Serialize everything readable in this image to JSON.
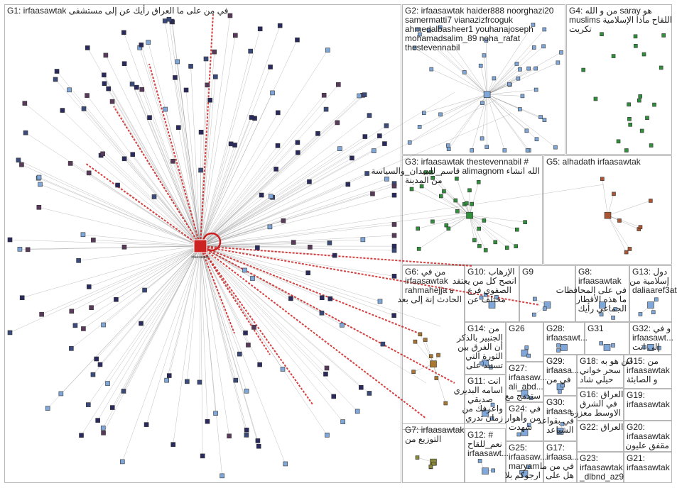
{
  "groups": [
    {
      "id": "G1",
      "lines": [
        "G1: irfaasawtak في من على ما العراق رأيك عن إلى مستشفى"
      ]
    },
    {
      "id": "G2",
      "lines": [
        "G2: irfaasawtak haider888 noorghazi20",
        "samermatti7 vianazizfrcoguk",
        "ahmedalbasheer1 youhanajoseph",
        "mohamadsalim_89 noha_rafat",
        "thestevennabil"
      ]
    },
    {
      "id": "G3",
      "lines": [
        "G3: irfaasawtak thestevennabil #",
        "الله انشاء alimagnom قاسم_للميدان_والسياسة",
        "من المدينة"
      ]
    },
    {
      "id": "G4",
      "lines": [
        "G4: من و الله saray هو",
        "muslims اللقاح ماذا الإسلامية",
        "تكريت"
      ]
    },
    {
      "id": "G5",
      "lines": [
        "G5: alhadath irfaasawtak"
      ]
    },
    {
      "id": "G6",
      "lines": [
        "G6: من في",
        "irfaasawtak",
        "rahmahejja ة",
        "الحادث إنة إلى بعد"
      ]
    },
    {
      "id": "G7",
      "lines": [
        "G7: irfaasawtak",
        "التوزيع من"
      ]
    },
    {
      "id": "G8",
      "lines": [
        "G8:",
        "irfaasawtak",
        "في على المحافظات",
        "ما هذه الأقطار",
        "الجماعي رأيك"
      ]
    },
    {
      "id": "G9",
      "lines": [
        "G9"
      ]
    },
    {
      "id": "G10",
      "lines": [
        "G10: الإرهاب",
        "انصح كل من يعتقد",
        "الصفوي فرع",
        "مختلف عن"
      ]
    },
    {
      "id": "G11",
      "lines": [
        "G11: انت",
        "اسامه البديري",
        "صديقي",
        "واعرفك من",
        "زمان تدري"
      ]
    },
    {
      "id": "G12",
      "lines": [
        "G12: #",
        "نعم_للقاح",
        "irfaasawt..."
      ]
    },
    {
      "id": "G13",
      "lines": [
        "G13: دول",
        "إسلامية من",
        "daliaaref3at"
      ]
    },
    {
      "id": "G14",
      "lines": [
        "G14: من",
        "الجنبير بالذكر",
        "أن الفرق بين",
        "الثورة التي",
        "تستند على"
      ]
    },
    {
      "id": "G15",
      "lines": [
        "G15: من",
        "irfaasawtak",
        "و الصابئة"
      ]
    },
    {
      "id": "G16",
      "lines": [
        "G16: العراق",
        "في الشرق",
        "الاوسط معززة"
      ]
    },
    {
      "id": "G17",
      "lines": [
        "G17:",
        "irfaasa...",
        "في من ما",
        "هل على"
      ]
    },
    {
      "id": "G18",
      "lines": [
        "G18: ابن هو به",
        "سحر خواني",
        "حيلي شاد"
      ]
    },
    {
      "id": "G19",
      "lines": [
        "G19:",
        "irfaasawtak"
      ]
    },
    {
      "id": "G20",
      "lines": [
        "G20:",
        "irfaasawtak",
        "مقفق عليون"
      ]
    },
    {
      "id": "G21",
      "lines": [
        "G21:",
        "irfaasawtak"
      ]
    },
    {
      "id": "G22",
      "lines": [
        "G22: العراق"
      ]
    },
    {
      "id": "G23",
      "lines": [
        "G23:",
        "irfaasawtak",
        "_dlbnd_az9"
      ]
    },
    {
      "id": "G24",
      "lines": [
        "G24: في",
        "من وأهوار",
        "شهدت"
      ]
    },
    {
      "id": "G25",
      "lines": [
        "G25:",
        "irfaasaw...",
        "maryam...",
        "ارجوكم بلا"
      ]
    },
    {
      "id": "G26",
      "lines": [
        "G26"
      ]
    },
    {
      "id": "G27",
      "lines": [
        "G27:",
        "irfaasaw...",
        "ali_abd...",
        "ستدمج مع"
      ]
    },
    {
      "id": "G28",
      "lines": [
        "G28:",
        "irfaasawt..."
      ]
    },
    {
      "id": "G29",
      "lines": [
        "G29:",
        "irfaasa...",
        "في من"
      ]
    },
    {
      "id": "G30",
      "lines": [
        "G30:",
        "irfaasa...",
        "في بقواعد",
        "الشباعد"
      ]
    },
    {
      "id": "G31",
      "lines": [
        "G31"
      ]
    },
    {
      "id": "G32",
      "lines": [
        "G32: و في",
        "irfaasawt...",
        "إلى انت"
      ]
    }
  ],
  "hub": {
    "label": "irfaasawtak",
    "color": "#cc2222"
  },
  "colors": {
    "box_border": "#b8b8b8",
    "edge_gray": "#8a8a8a",
    "edge_red": "#cc1f1f",
    "node_dark": "#2a2a5e",
    "node_light": "#7fa7d9",
    "node_green": "#2f8f3a"
  }
}
